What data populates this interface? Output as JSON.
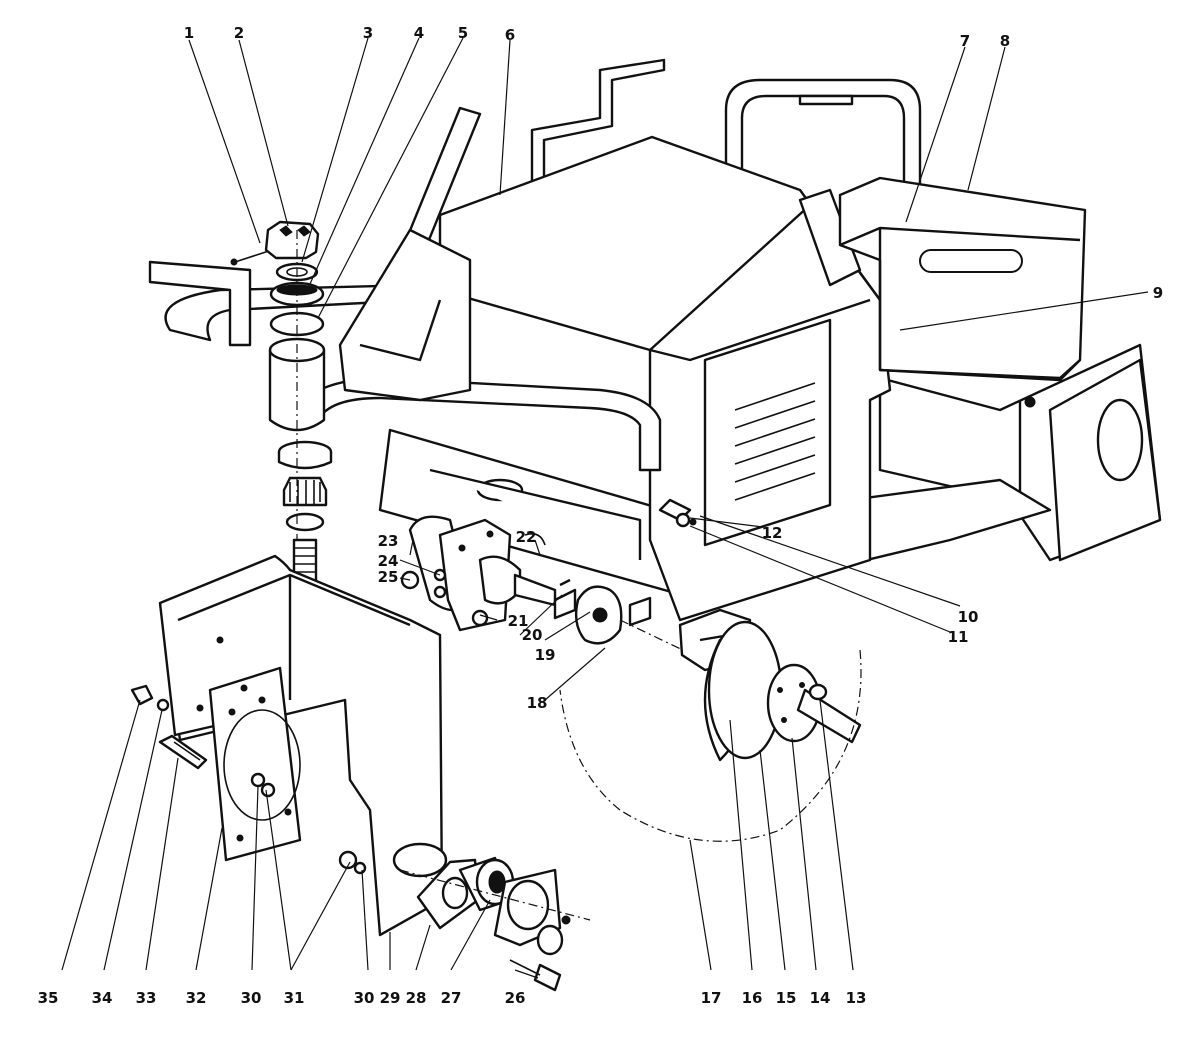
{
  "diagram": {
    "callouts": [
      {
        "label": "1"
      },
      {
        "label": "2"
      },
      {
        "label": "3"
      },
      {
        "label": "4"
      },
      {
        "label": "5"
      },
      {
        "label": "6"
      },
      {
        "label": "7"
      },
      {
        "label": "8"
      },
      {
        "label": "9"
      },
      {
        "label": "10"
      },
      {
        "label": "11"
      },
      {
        "label": "12"
      },
      {
        "label": "13"
      },
      {
        "label": "14"
      },
      {
        "label": "15"
      },
      {
        "label": "16"
      },
      {
        "label": "17"
      },
      {
        "label": "18"
      },
      {
        "label": "19"
      },
      {
        "label": "20"
      },
      {
        "label": "21"
      },
      {
        "label": "22"
      },
      {
        "label": "23"
      },
      {
        "label": "24"
      },
      {
        "label": "25"
      },
      {
        "label": "26"
      },
      {
        "label": "27"
      },
      {
        "label": "28"
      },
      {
        "label": "29"
      },
      {
        "label": "30"
      },
      {
        "label": "31"
      },
      {
        "label": "32"
      },
      {
        "label": "33"
      },
      {
        "label": "34"
      },
      {
        "label": "35"
      },
      {
        "label": "30"
      }
    ]
  }
}
